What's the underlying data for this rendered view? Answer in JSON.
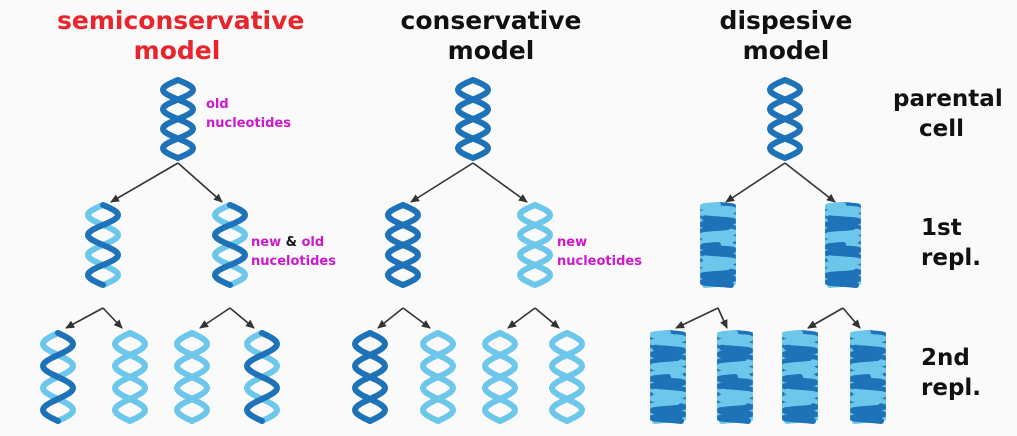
{
  "colors": {
    "title_highlight": "#e8242c",
    "title_default": "#111111",
    "annotation": "#cc19cc",
    "ampersand": "#111111",
    "dark_strand": "#1d72b8",
    "light_strand": "#6cc7ea",
    "arrow": "#333333",
    "background": "#fafafa"
  },
  "models": [
    {
      "title_line1": "semiconservative",
      "title_line2": "model",
      "parental": "DD",
      "first_replication": [
        "DL",
        "DL"
      ],
      "second_replication": [
        "DL",
        "LL",
        "LL",
        "DL"
      ]
    },
    {
      "title_line1": "conservative",
      "title_line2": "model",
      "parental": "DD",
      "first_replication": [
        "DD",
        "LL"
      ],
      "second_replication": [
        "DD",
        "LL",
        "LL",
        "LL"
      ]
    },
    {
      "title_line1": "dispesive",
      "title_line2": "model",
      "parental": "DD",
      "first_replication": [
        "MIX",
        "MIX"
      ],
      "second_replication": [
        "MIX",
        "MIX",
        "MIX",
        "MIX"
      ]
    }
  ],
  "rows": [
    {
      "line1": "parental",
      "line2": "cell"
    },
    {
      "line1": "1st",
      "line2": "repl."
    },
    {
      "line1": "2nd",
      "line2": "repl."
    }
  ],
  "annotations": {
    "old": {
      "line1": "old",
      "line2": "nucleotides"
    },
    "new_and_old": {
      "new": "new",
      "amp": "&",
      "old": "old",
      "line2": "nucelotides"
    },
    "new": {
      "line1": "new",
      "line2": "nucleotides"
    }
  }
}
